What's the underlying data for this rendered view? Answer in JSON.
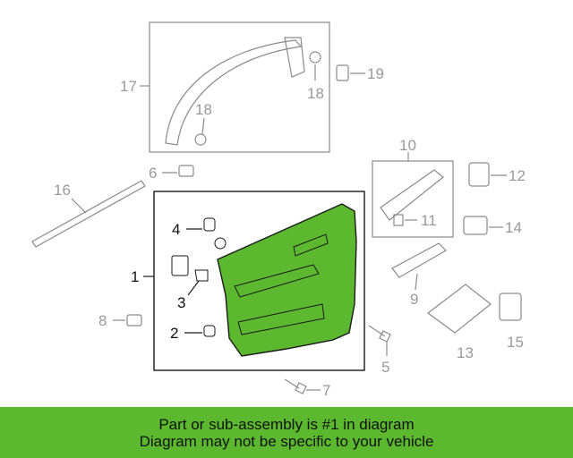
{
  "diagram": {
    "callouts": {
      "c1": "1",
      "c2": "2",
      "c3": "3",
      "c4": "4",
      "c5": "5",
      "c6": "6",
      "c7": "7",
      "c8": "8",
      "c9": "9",
      "c10": "10",
      "c11": "11",
      "c12": "12",
      "c13": "13",
      "c14": "14",
      "c15": "15",
      "c16": "16",
      "c17": "17",
      "c18a": "18",
      "c18b": "18",
      "c19": "19"
    },
    "colors": {
      "highlight_fill": "#5cb82e",
      "line": "#1a1a1a",
      "dim_line": "#8a8a8a",
      "banner": "#5cb82e"
    }
  },
  "banner": {
    "line1": "Part or sub-assembly is #1 in diagram",
    "line2": "Diagram may not be specific to your vehicle"
  }
}
